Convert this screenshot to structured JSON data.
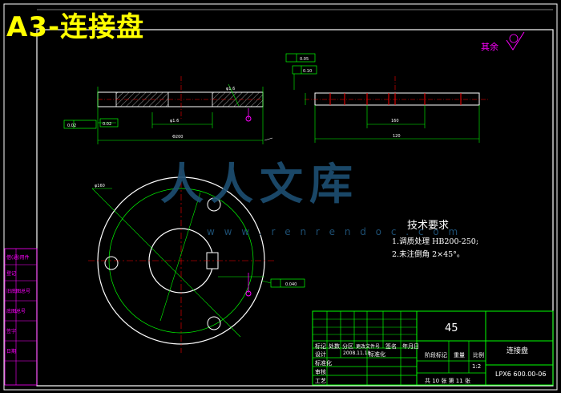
{
  "title": "A3-连接盘",
  "roughness_text": "其余",
  "watermark": {
    "text": "人人文库",
    "url": "w w w . r e n r e n d o c . c o m"
  },
  "tech_requirements": {
    "heading": "技术要求",
    "items": [
      "1.调质处理 HB200-250;",
      "2.未注倒角 2×45°。"
    ]
  },
  "dimensions": {
    "top_left_1": "0.02",
    "top_left_2": "0.02",
    "small_a": "0.05",
    "small_b": "0.10",
    "callout_phi": "φ1.6",
    "dim_inner": "φ1.6",
    "dim_outer": "Φ200",
    "right_dim_1": "160",
    "right_dim_2": "120",
    "circle_label": "φ160",
    "circle_tol": "0.040"
  },
  "title_block": {
    "material": "45",
    "part_name": "连接盘",
    "drawing_no": "LPX6 600.00-06",
    "scale": "1:2",
    "headers": [
      "标记",
      "处数",
      "分区",
      "更改文件号",
      "签名",
      "年月日"
    ],
    "row_labels": [
      "设计",
      "标准化",
      "审核",
      "工艺"
    ],
    "stage_label": "阶段标记",
    "weight_label": "重量",
    "scale_label": "比例",
    "sheet_info": "共 10 张  第 11 张",
    "designer_sig": "2008.11.18",
    "std_sig": "标准化"
  },
  "side_strip": [
    "借(通)用件",
    "登记",
    "旧底图总号",
    "底图总号",
    "签字",
    "日期"
  ]
}
